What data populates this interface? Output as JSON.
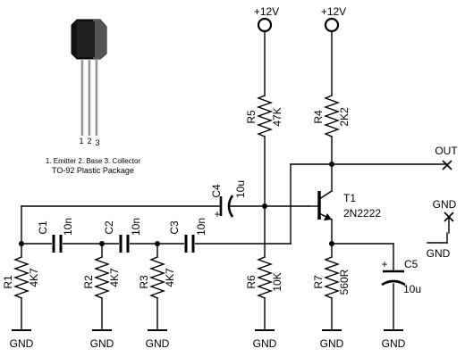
{
  "package": {
    "pins": [
      "1",
      "2",
      "3"
    ],
    "caption_line1": "1. Emitter 2. Base 3. Collector",
    "caption_line2": "TO-92 Plastic Package"
  },
  "supplies": {
    "vcc_left": "+12V",
    "vcc_right": "+12V"
  },
  "output": {
    "label": "OUT"
  },
  "transistor": {
    "ref": "T1",
    "part": "2N2222"
  },
  "resistors": {
    "r1": {
      "ref": "R1",
      "value": "4K7"
    },
    "r2": {
      "ref": "R2",
      "value": "4K7"
    },
    "r3": {
      "ref": "R3",
      "value": "4K7"
    },
    "r4": {
      "ref": "R4",
      "value": "2K2"
    },
    "r5": {
      "ref": "R5",
      "value": "47K"
    },
    "r6": {
      "ref": "R6",
      "value": "10K"
    },
    "r7": {
      "ref": "R7",
      "value": "560R"
    }
  },
  "capacitors": {
    "c1": {
      "ref": "C1",
      "value": "10n"
    },
    "c2": {
      "ref": "C2",
      "value": "10n"
    },
    "c3": {
      "ref": "C3",
      "value": "10n"
    },
    "c4": {
      "ref": "C4",
      "value": "10u",
      "polarity": "+"
    },
    "c5": {
      "ref": "C5",
      "value": "10u",
      "polarity": "+"
    }
  },
  "grounds": {
    "g1": "GND",
    "g2": "GND",
    "g3": "GND",
    "g4": "GND",
    "g5": "GND",
    "g6": "GND",
    "g_unused": "GND"
  }
}
